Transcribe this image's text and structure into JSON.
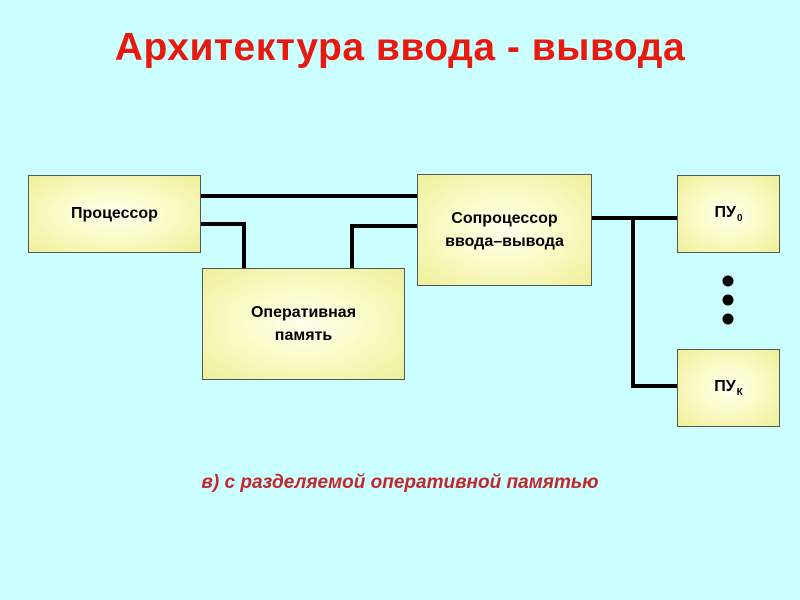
{
  "title": "Архитектура ввода - вывода",
  "caption": "в) с разделяемой оперативной памятью",
  "nodes": {
    "processor": {
      "label": "Процессор"
    },
    "ram": {
      "line1": "Оперативная",
      "line2": "память"
    },
    "coprocessor": {
      "line1": "Сопроцессор",
      "line2": "ввода–вывода"
    },
    "pu0": {
      "label": "ПУ",
      "sub": "0"
    },
    "puk": {
      "label": "ПУ",
      "sub": "К"
    }
  },
  "colors": {
    "background": "#ccffff",
    "title": "#e8190f",
    "caption": "#c1272d",
    "box_fill": "#fbfbc8",
    "box_border": "#555555",
    "wire": "#000000"
  }
}
